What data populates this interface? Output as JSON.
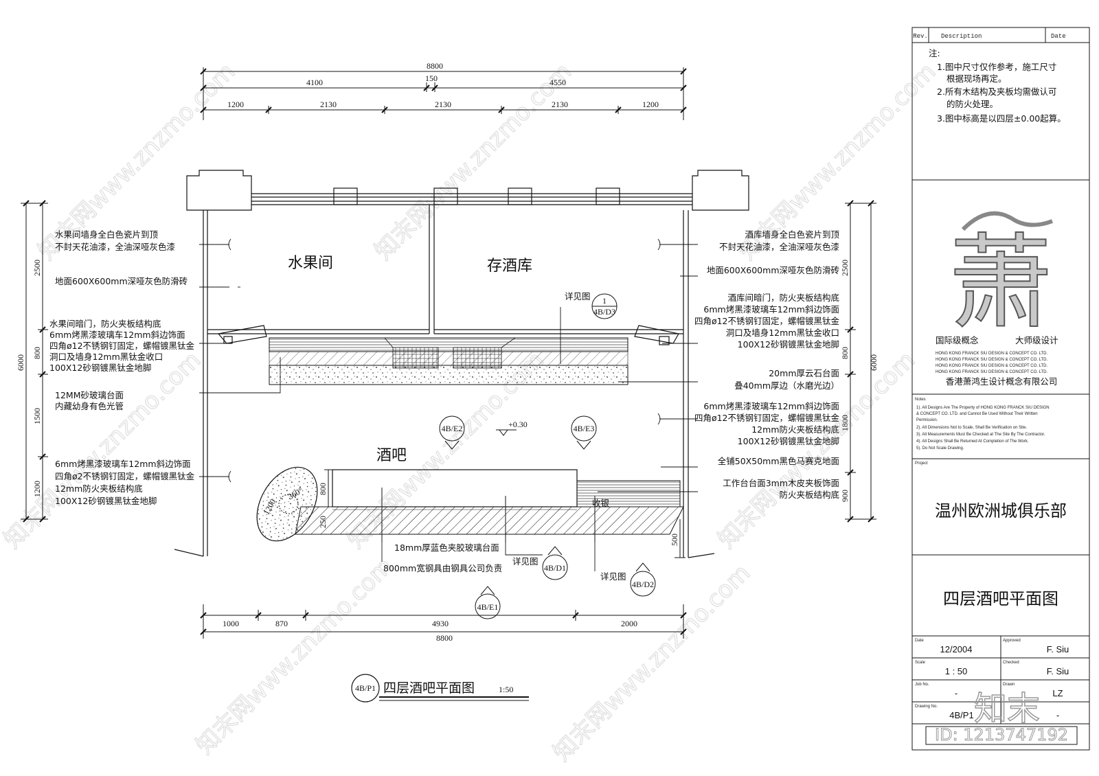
{
  "dimensions": {
    "top_total": "8800",
    "top_mid": [
      "4100",
      "150",
      "4550"
    ],
    "top_low": [
      "1200",
      "2130",
      "2130",
      "2130",
      "1200"
    ],
    "bottom": [
      "1000",
      "870",
      "4930",
      "2000"
    ],
    "bottom_total": "8800",
    "left": [
      "2500",
      "800",
      "1500",
      "1200"
    ],
    "left_total": "6000",
    "right": [
      "2500",
      "800",
      "1800",
      "900"
    ],
    "right_total": "6000",
    "bar_800": "800",
    "bar_250": "250",
    "bar_1200": "1200",
    "bar_1800": "1800",
    "bottom_500": "500",
    "level": "+0.30"
  },
  "rooms": {
    "fruit_room": "水果间",
    "wine_store": "存酒库",
    "bar": "酒吧",
    "cashier": "收银"
  },
  "left_notes": [
    "水果间墙身全白色瓷片到顶",
    "不封天花油漆，全油深哑灰色漆",
    "地面600X600mm深哑灰色防滑砖",
    "水果间暗门，防火夹板结构底",
    "6mm烤黑漆玻璃车12mm斜边饰面",
    "四角ø12不锈钢钉固定，螺帽镀黑钛金",
    "洞口及墙身12mm黑钛金收口",
    "100X12砂钢镀黑钛金地脚",
    "12MM砂玻璃台面",
    "内藏幼身有色光管",
    "6mm烤黑漆玻璃车12mm斜边饰面",
    "四角ø2不锈钢钉固定，螺帽镀黑钛金",
    "12mm防火夹板结构底",
    "100X12砂钢镀黑钛金地脚"
  ],
  "right_notes": [
    "酒库墙身全白色瓷片到顶",
    "不封天花油漆，全油深哑灰色漆",
    "地面600X600mm深哑灰色防滑砖",
    "酒库间暗门，防火夹板结构底",
    "6mm烤黑漆玻璃车12mm斜边饰面",
    "四角ø12不锈钢钉固定，螺帽镀黑钛金",
    "洞口及墙身12mm黑钛金收口",
    "100X12砂钢镀黑钛金地脚",
    "20mm厚云石台面",
    "叠40mm厚边（水磨光边）",
    "6mm烤黑漆玻璃车12mm斜边饰面",
    "四角ø12不锈钢钉固定，螺帽镀黑钛金",
    "12mm防火夹板结构底",
    "100X12砂钢镀黑钛金地脚",
    "全铺50X50mm黑色马赛克地面",
    "工作台台面3mm木皮夹板饰面",
    "防火夹板结构底"
  ],
  "bottom_notes": [
    "18mm厚蓝色夹胶玻璃台面",
    "800mm宽钢具由钢具公司负责"
  ],
  "details": {
    "see": "详见图",
    "d3": "4B/D3",
    "d1": "4B/D1",
    "d2": "4B/D2",
    "e1": "4B/E1",
    "e2": "4B/E2",
    "e3": "4B/E3",
    "d3_num": "1",
    "deg": "360°"
  },
  "drawing_title": {
    "tag": "4B/P1",
    "title": "四层酒吧平面图",
    "scale": "1:50"
  },
  "title_block": {
    "rev": "Rev.",
    "description": "Description",
    "date": "Date",
    "notes_head": "注:",
    "notes": [
      "1.图中尺寸仅作参考，施工尺寸",
      "根据现场再定。",
      "2.所有木结构及夹板均需做认可",
      "的防火处理。",
      "3.图中标高是以四层±0.00起算。"
    ],
    "logo_char": "萧",
    "slogan_left": "国际级概念",
    "slogan_right": "大师级设计",
    "company_en": [
      "HONG KONG FRANCK SIU DESIGN & CONCEPT CO. LTD.",
      "HONG KONG FRANCK SIU DESIGN & CONCEPT CO. LTD.",
      "HONG KONG FRANCK SIU DESIGN & CONCEPT CO. LTD.",
      "HONG KONG FRANCK SIU DESIGN & CONCEPT CO. LTD."
    ],
    "company_cn": "香港萧鸿生设计概念有限公司",
    "notes_label": "Notes",
    "en_notes": [
      "1). All Designs Are The Property of HONG KONG FRANCK SIU DESIGN",
      "& CONCEPT CO. LTD. and Cannot Be Used Without Their Written",
      "Permission.",
      "2). All Dimensions Not to Scale, Shall Be Verification on Site.",
      "3). All Measurements Must Be Checked at The Site By The Contractor.",
      "4). All Designs Shall Be Returned At Completion of The Work.",
      "5). Do Not Scale Drawing."
    ],
    "project_label": "Project",
    "project": "温州欧洲城俱乐部",
    "drawing_name": "四层酒吧平面图",
    "date_label": "Date",
    "date_value": "12/2004",
    "approved_label": "Approved",
    "approved_value": "F. Siu",
    "scale_label": "Scale",
    "scale_value": "1 : 50",
    "checked_label": "Checked",
    "checked_value": "F. Siu",
    "jobno_label": "Job No.",
    "jobno_value": "-",
    "drawn_label": "Drawn",
    "drawn_value": "LZ",
    "drawingno_label": "Drawing No.",
    "drawingno_value": "4B/P1",
    "rev_value": "-"
  },
  "watermark": {
    "brand": "知末",
    "id": "ID: 1213747192",
    "text": "知末网www.znzmo.com"
  }
}
